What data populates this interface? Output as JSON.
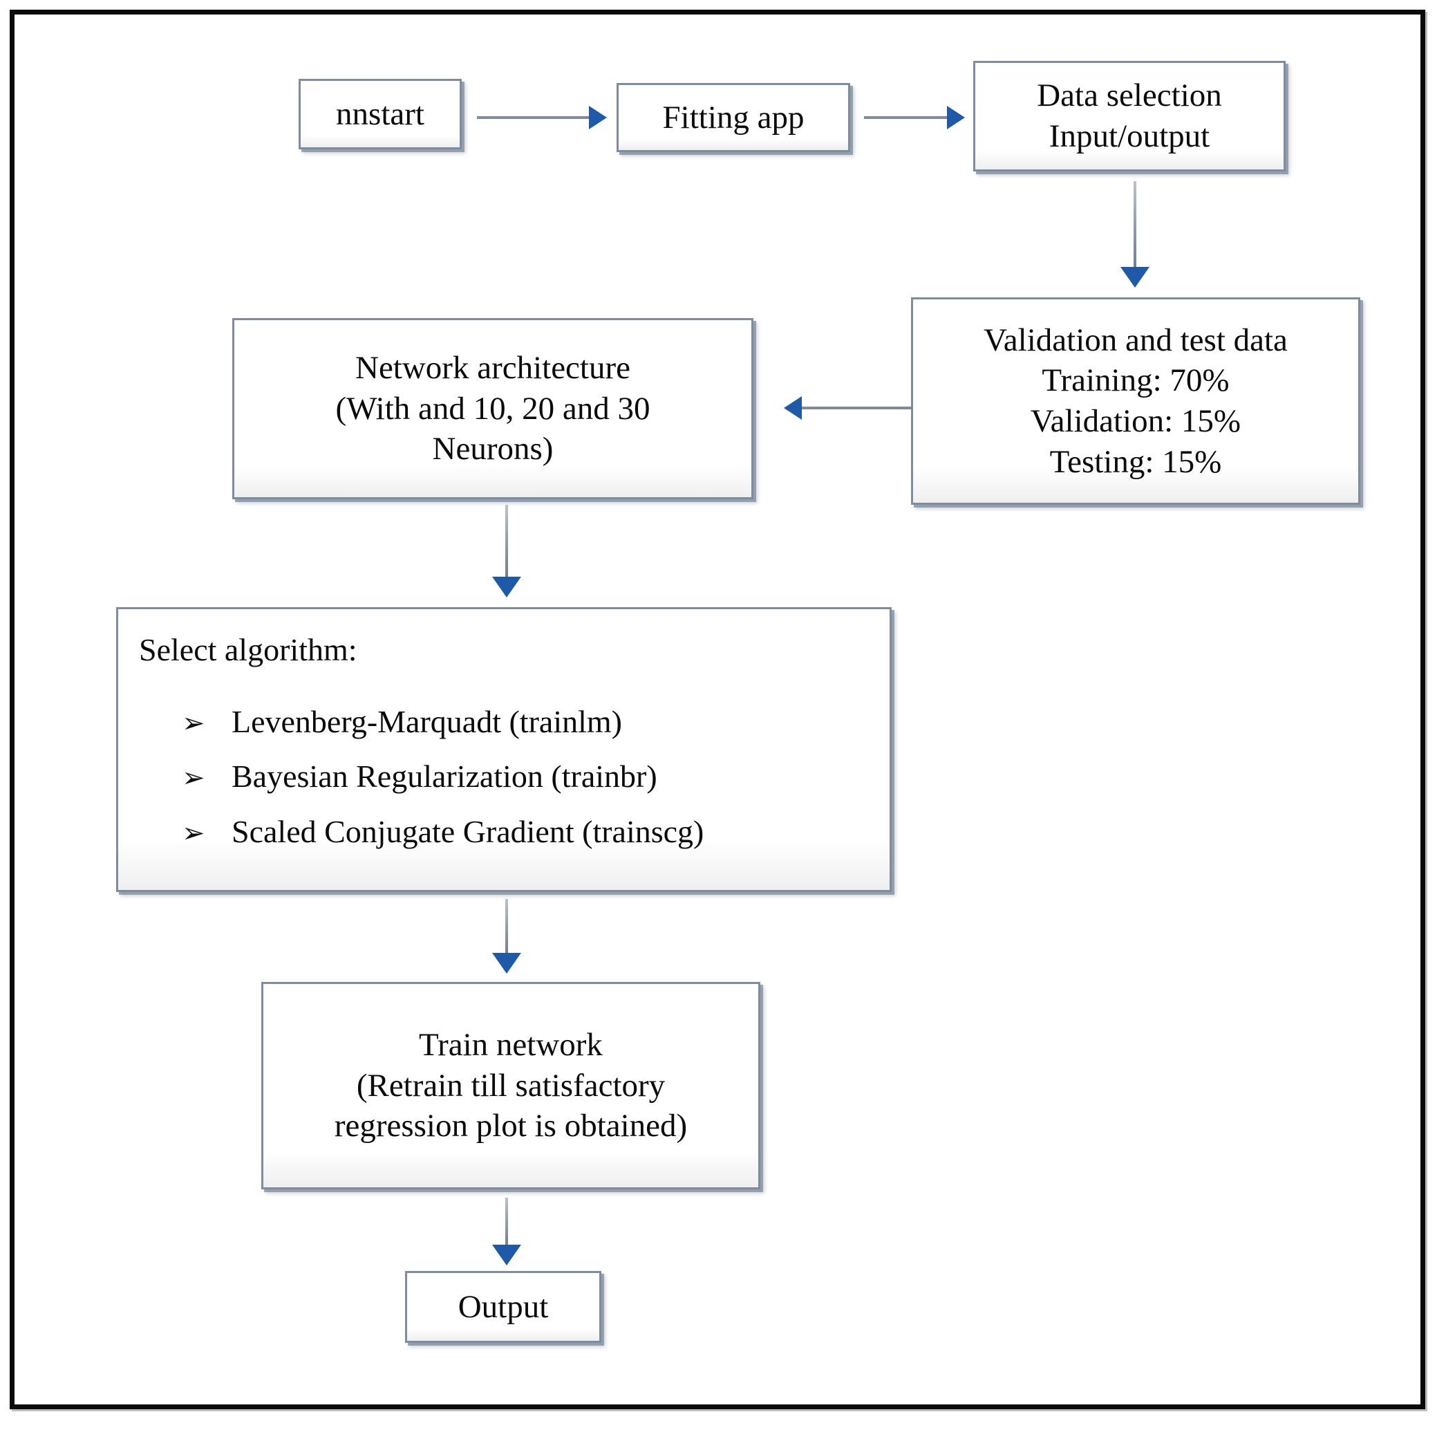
{
  "figure": {
    "type": "flowchart",
    "title": "MATLAB neural network fitting workflow",
    "border_color": "#0a0a0a",
    "node_border_color": "#7d8c9e",
    "arrow_color": "#1f5aa8",
    "line_color": "#7f8b99"
  },
  "nodes": {
    "nnstart": {
      "label": "nnstart"
    },
    "fitting_app": {
      "label": "Fitting app"
    },
    "data_selection": {
      "line1": "Data selection",
      "line2": "Input/output"
    },
    "validation": {
      "line1": "Validation and test data",
      "line2": "Training: 70%",
      "line3": "Validation: 15%",
      "line4": "Testing: 15%"
    },
    "architecture": {
      "line1": "Network architecture",
      "line2": "(With and 10, 20 and 30",
      "line3": "Neurons)"
    },
    "select_algorithm": {
      "heading": "Select algorithm:",
      "bullet_glyph": "➢",
      "items": [
        "Levenberg-Marquadt (trainlm)",
        "Bayesian Regularization (trainbr)",
        "Scaled Conjugate Gradient (trainscg)"
      ]
    },
    "train_network": {
      "line1": "Train network",
      "line2": "(Retrain till satisfactory",
      "line3": "regression plot is obtained)"
    },
    "output": {
      "label": "Output"
    }
  },
  "edges": [
    {
      "from": "nnstart",
      "to": "fitting_app",
      "direction": "right"
    },
    {
      "from": "fitting_app",
      "to": "data_selection",
      "direction": "right"
    },
    {
      "from": "data_selection",
      "to": "validation",
      "direction": "down"
    },
    {
      "from": "validation",
      "to": "architecture",
      "direction": "left"
    },
    {
      "from": "architecture",
      "to": "select_algorithm",
      "direction": "down"
    },
    {
      "from": "select_algorithm",
      "to": "train_network",
      "direction": "down"
    },
    {
      "from": "train_network",
      "to": "output",
      "direction": "down"
    }
  ]
}
